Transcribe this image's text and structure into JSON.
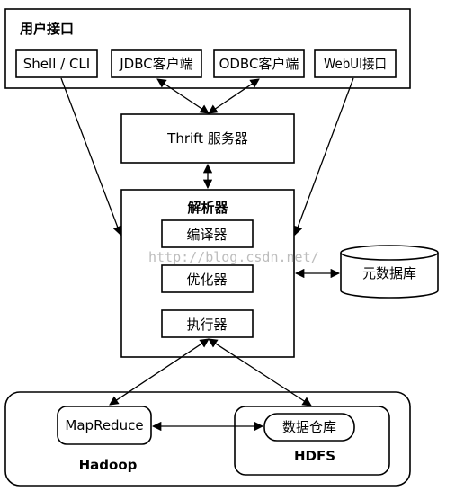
{
  "user_interface": {
    "title": "用户接口",
    "items": [
      "Shell / CLI",
      "JDBC客户端",
      "ODBC客户端",
      "WebUI接口"
    ]
  },
  "thrift_server": "Thrift 服务器",
  "driver": {
    "title": "解析器",
    "components": [
      "编译器",
      "优化器",
      "执行器"
    ]
  },
  "metastore": "元数据库",
  "hadoop": {
    "label": "Hadoop",
    "mapreduce": "MapReduce",
    "hdfs": "HDFS",
    "warehouse": "数据仓库"
  },
  "watermark": "http://blog.csdn.net/"
}
